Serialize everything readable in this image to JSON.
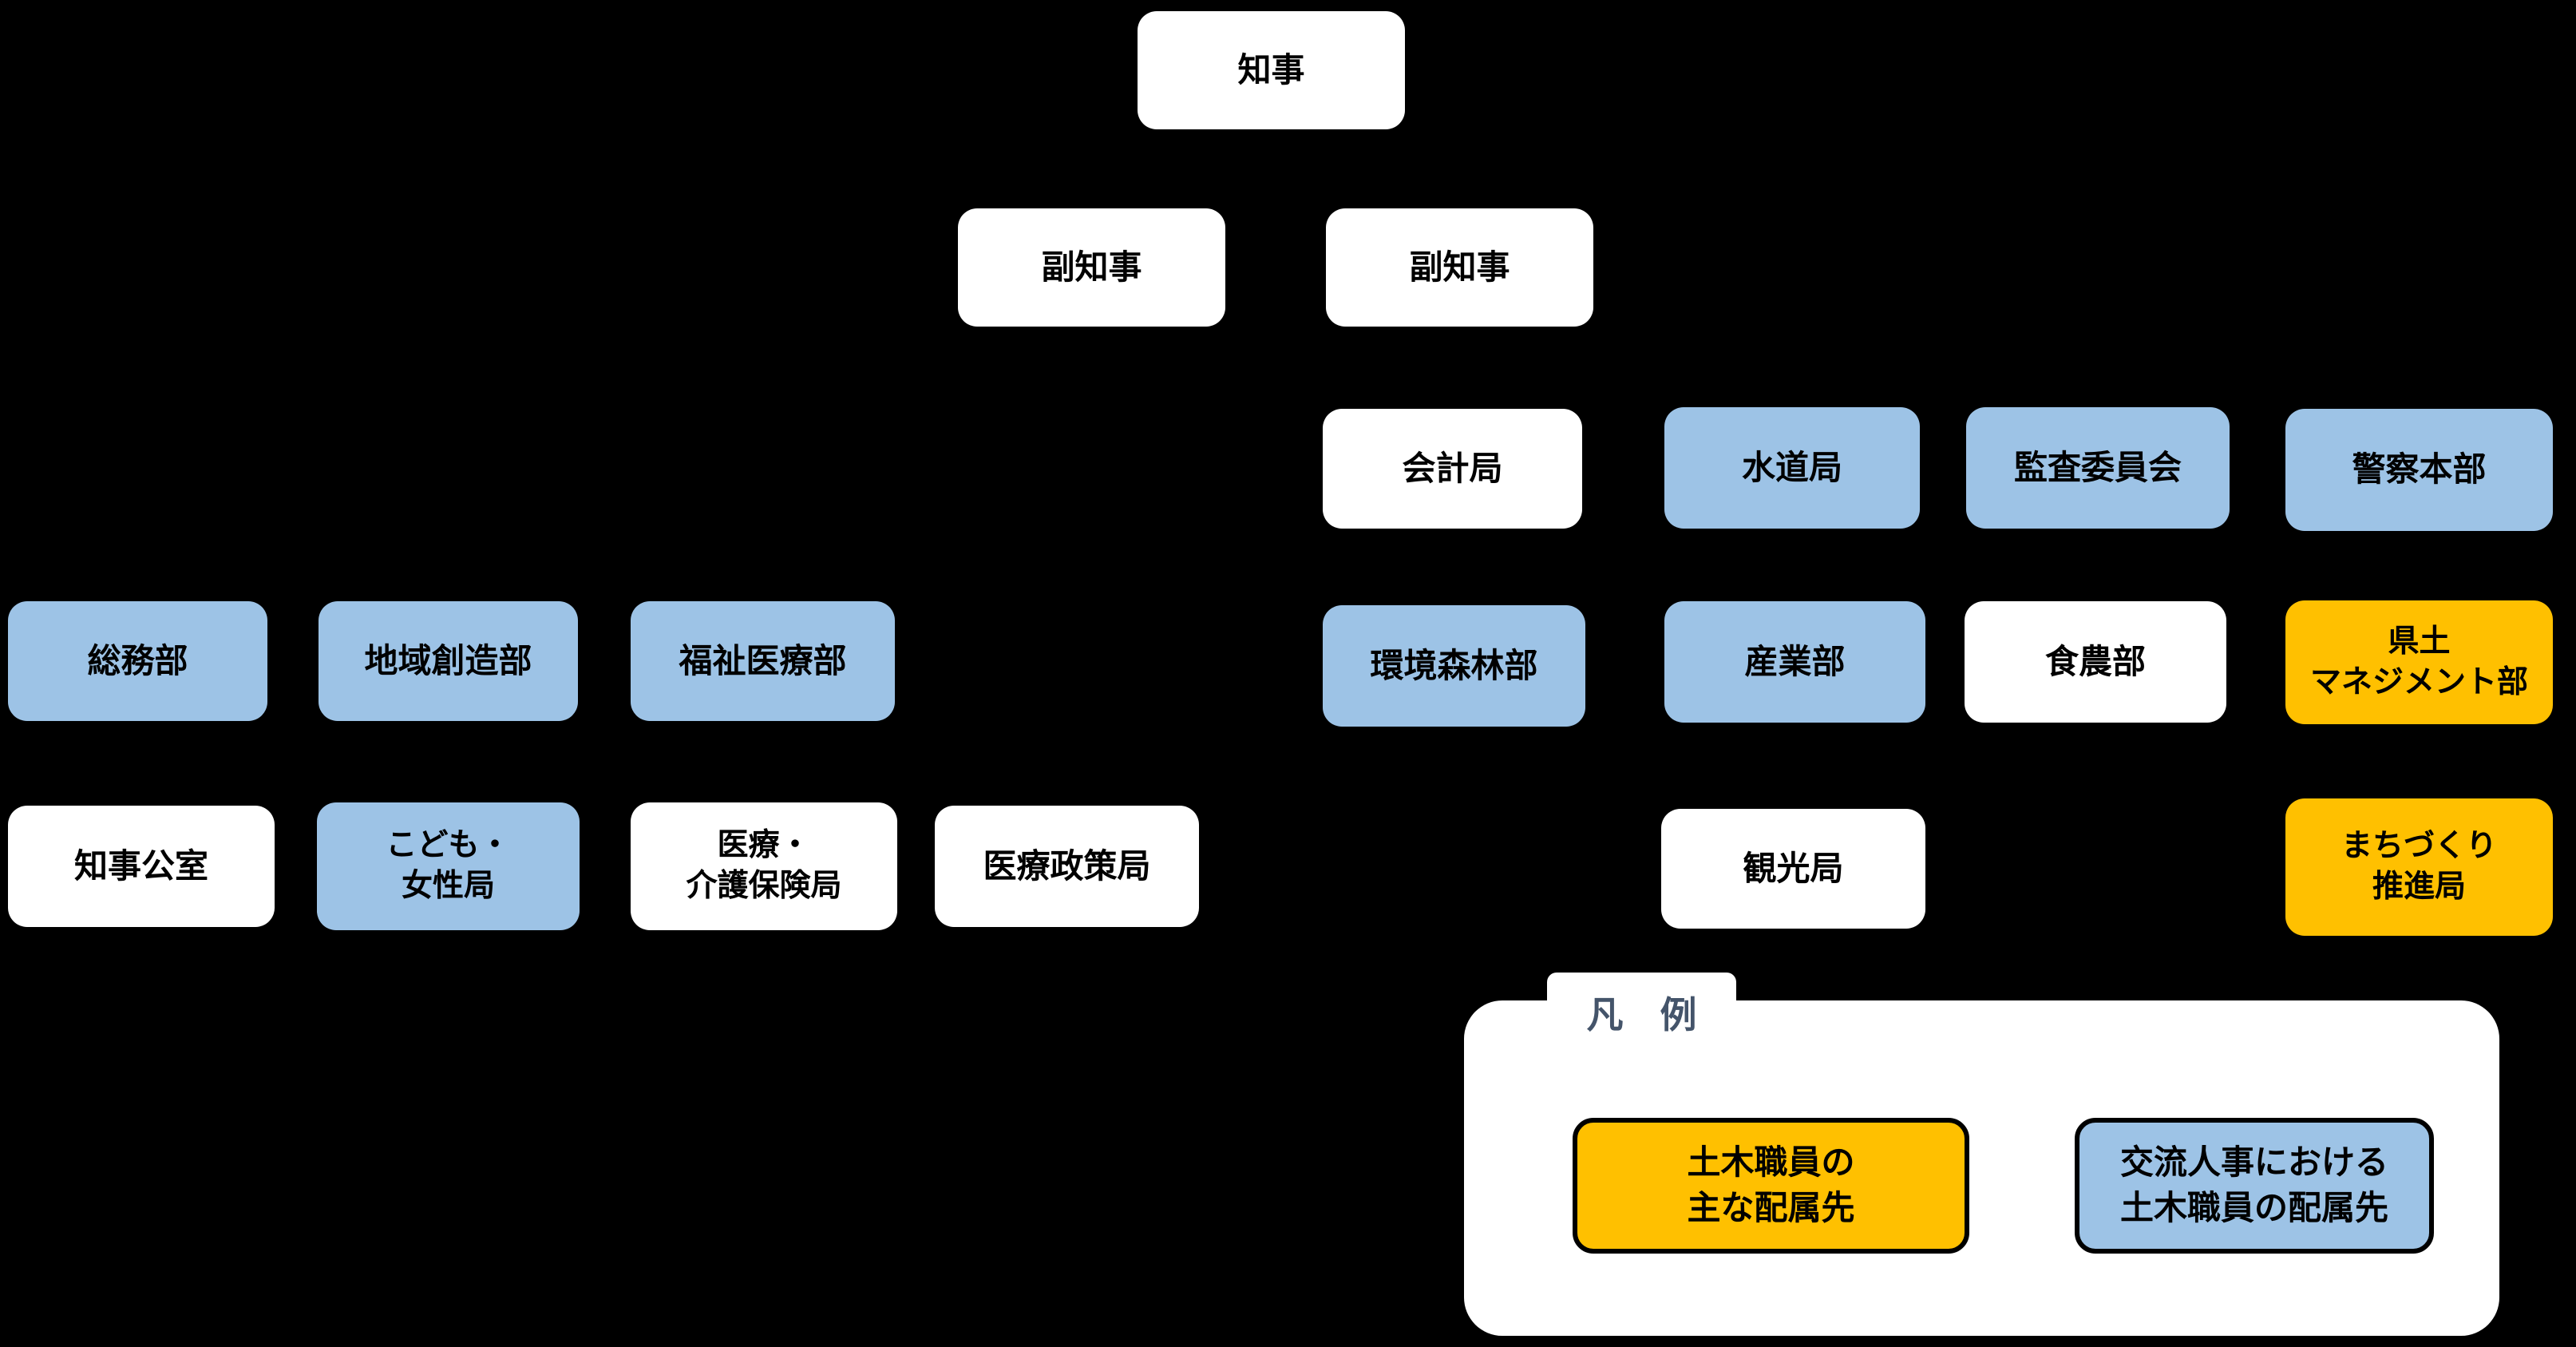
{
  "colors": {
    "background": "#000000",
    "box_white": "#FFFFFF",
    "box_blue": "#9DC3E6",
    "box_orange": "#FFC000",
    "box_text": "#000000",
    "legend_title_text": "#44546A",
    "legend_item_border": "#000000"
  },
  "nodes": {
    "governor": {
      "label": "知事"
    },
    "vice_governor_1": {
      "label": "副知事"
    },
    "vice_governor_2": {
      "label": "副知事"
    },
    "accounting_bureau": {
      "label": "会計局"
    },
    "waterworks_bureau": {
      "label": "水道局"
    },
    "audit_committee": {
      "label": "監査委員会"
    },
    "police_hq": {
      "label": "警察本部"
    },
    "general_affairs_dept": {
      "label": "総務部"
    },
    "regional_creation_dept": {
      "label": "地域創造部"
    },
    "welfare_medical_dept": {
      "label": "福祉医療部"
    },
    "env_forestry_dept": {
      "label": "環境森林部"
    },
    "industry_dept": {
      "label": "産業部"
    },
    "food_agriculture_dept": {
      "label": "食農部"
    },
    "kendo_management_dept": {
      "line1": "県土",
      "line2": "マネジメント部"
    },
    "governor_office": {
      "label": "知事公室"
    },
    "children_women_bureau": {
      "line1": "こども・",
      "line2": "女性局"
    },
    "medical_care_insurance_bureau": {
      "line1": "医療・",
      "line2": "介護保険局"
    },
    "medical_policy_bureau": {
      "label": "医療政策局"
    },
    "tourism_bureau": {
      "label": "観光局"
    },
    "machizukuri_bureau": {
      "line1": "まちづくり",
      "line2": "推進局"
    }
  },
  "legend": {
    "title": "凡　例",
    "orange_item": {
      "line1": "土木職員の",
      "line2": "主な配属先"
    },
    "blue_item": {
      "line1": "交流人事における",
      "line2": "土木職員の配属先"
    }
  }
}
